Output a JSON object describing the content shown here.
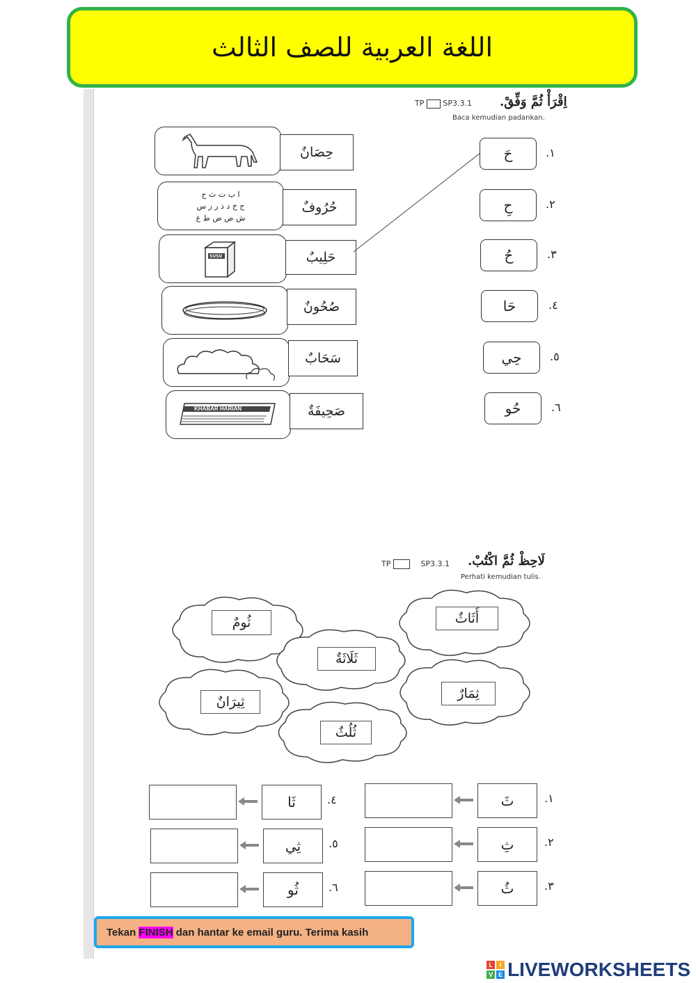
{
  "header": {
    "title": "اللغة العربية للصف الثالث"
  },
  "section1": {
    "instruction_ar": "اِقْرَأْ ثُمَّ وَفِّقْ.",
    "code": "SP3.3.1",
    "tp": "TP",
    "instruction_ms": "Baca kemudian padankan.",
    "left_items": [
      {
        "word": "حِصَانٌ",
        "picture": "horse"
      },
      {
        "word": "حُرُوفٌ",
        "picture": "letters",
        "picture_text": [
          "ا ب ت ث ج",
          "ح خ د ذ ر ز س",
          "ش ص ض ط ع"
        ]
      },
      {
        "word": "حَلِيبٌ",
        "picture": "milk-carton",
        "picture_text": "SUSU"
      },
      {
        "word": "صُحُونٌ",
        "picture": "plate"
      },
      {
        "word": "سَحَابٌ",
        "picture": "clouds"
      },
      {
        "word": "صَحِيفَةٌ",
        "picture": "newspaper",
        "picture_text": "KHABAR HARIAN"
      }
    ],
    "right_items": [
      {
        "num": "١.",
        "letter": "حَ"
      },
      {
        "num": "٢.",
        "letter": "حِ"
      },
      {
        "num": "٣.",
        "letter": "حُ"
      },
      {
        "num": "٤.",
        "letter": "حَا"
      },
      {
        "num": "٥.",
        "letter": "حِي"
      },
      {
        "num": "٦.",
        "letter": "حُو"
      }
    ]
  },
  "section2": {
    "instruction_ar": "لَاحِظْ ثُمَّ اكْتُبْ.",
    "code": "SP3.3.1",
    "tp": "TP",
    "instruction_ms": "Perhati kemudian tulis.",
    "cloud_words": [
      "ثُومٌ",
      "أَثَاثٌ",
      "ثَلَاثَةٌ",
      "ثِيرَانٌ",
      "ثِمَارٌ",
      "ثُلُثٌ"
    ],
    "rows_right": [
      {
        "num": "١.",
        "letter": "ثَ"
      },
      {
        "num": "٢.",
        "letter": "ثِ"
      },
      {
        "num": "٣.",
        "letter": "ثُ"
      }
    ],
    "rows_left": [
      {
        "num": "٤.",
        "letter": "ثَا"
      },
      {
        "num": "٥.",
        "letter": "ثِي"
      },
      {
        "num": "٦.",
        "letter": "ثُو"
      }
    ]
  },
  "footer": {
    "instr_prefix": "Tekan ",
    "instr_highlight": "FINISH",
    "instr_suffix": " dan hantar ke email guru. Terima kasih",
    "brand": "LIVEWORKSHEETS",
    "brand_logo": [
      "L",
      "I",
      "V",
      "E"
    ],
    "brand_colors": [
      "#e8412c",
      "#f6a623",
      "#3db04b",
      "#1e88e5"
    ]
  }
}
